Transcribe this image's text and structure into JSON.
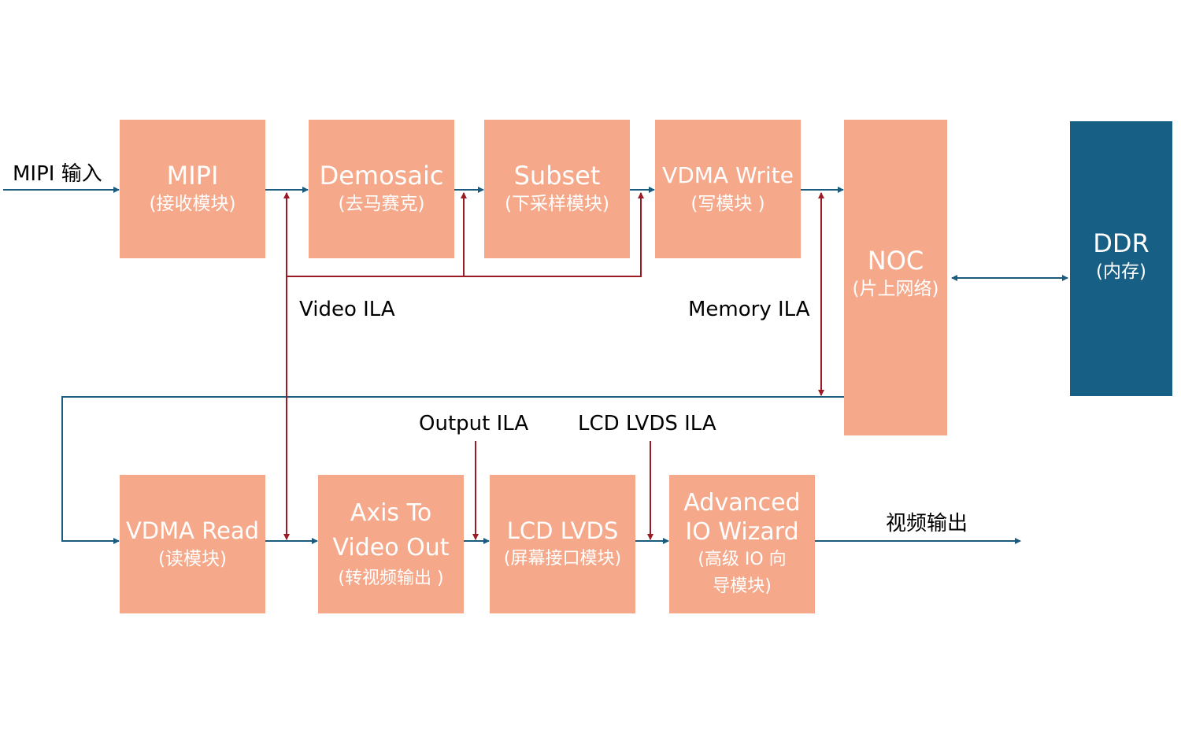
{
  "colors": {
    "block_fill": "#f5a98a",
    "block_text": "#ffffff",
    "ddr_fill": "#175f85",
    "data_path": "#1b5b7f",
    "debug_path": "#9a1b24"
  },
  "blocks": {
    "mipi": {
      "title": "MIPI",
      "sub": "(接收模块)"
    },
    "demosaic": {
      "title": "Demosaic",
      "sub": "(去马赛克)"
    },
    "subset": {
      "title": "Subset",
      "sub": "(下采样模块)"
    },
    "vdma_write": {
      "title": "VDMA Write",
      "sub": "(写模块 )"
    },
    "noc": {
      "title": "NOC",
      "sub": "(片上网络)"
    },
    "ddr": {
      "title": "DDR",
      "sub": "(内存)"
    },
    "vdma_read": {
      "title": "VDMA Read",
      "sub": "(读模块)"
    },
    "axis": {
      "title_1": "Axis To",
      "title_2": "Video Out",
      "sub": "(转视频输出 )"
    },
    "lcd": {
      "title": "LCD LVDS",
      "sub": "(屏幕接口模块)"
    },
    "aiw": {
      "title_1": "Advanced",
      "title_2": "IO Wizard",
      "sub_1": "(高级 IO 向",
      "sub_2": "导模块)"
    }
  },
  "labels": {
    "mipi_in": "MIPI 输入",
    "video_ila": "Video ILA",
    "memory_ila": "Memory ILA",
    "output_ila": "Output ILA",
    "lcd_lvds_ila": "LCD LVDS ILA",
    "video_out": "视频输出"
  }
}
